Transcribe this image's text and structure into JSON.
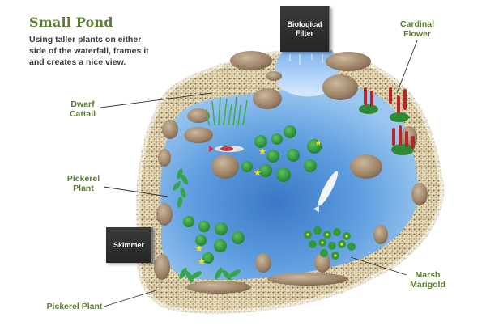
{
  "header": {
    "title": "Small Pond",
    "description": "Using taller plants on either side of the waterfall, frames it and creates a nice view."
  },
  "equipment": {
    "biological_filter": "Biological Filter",
    "skimmer": "Skimmer"
  },
  "labels": {
    "cardinal_flower": "Cardinal Flower",
    "dwarf_cattail": "Dwarf Cattail",
    "pickerel_plant_left": "Pickerel Plant",
    "pickerel_plant_bottom": "Pickerel Plant",
    "marsh_marigold": "Marsh Marigold"
  },
  "colors": {
    "label_green": "#5c7d2e",
    "water_blue": "#6ea8e0",
    "water_deep": "#3f7fc9",
    "gravel": "#d9c9a0",
    "rock": "#a88e72",
    "lily_pad": "#2f9a3a",
    "flower_yellow": "#f5e21c",
    "cardinal_red": "#b3262a",
    "box_dark": "#2c2c2c"
  }
}
